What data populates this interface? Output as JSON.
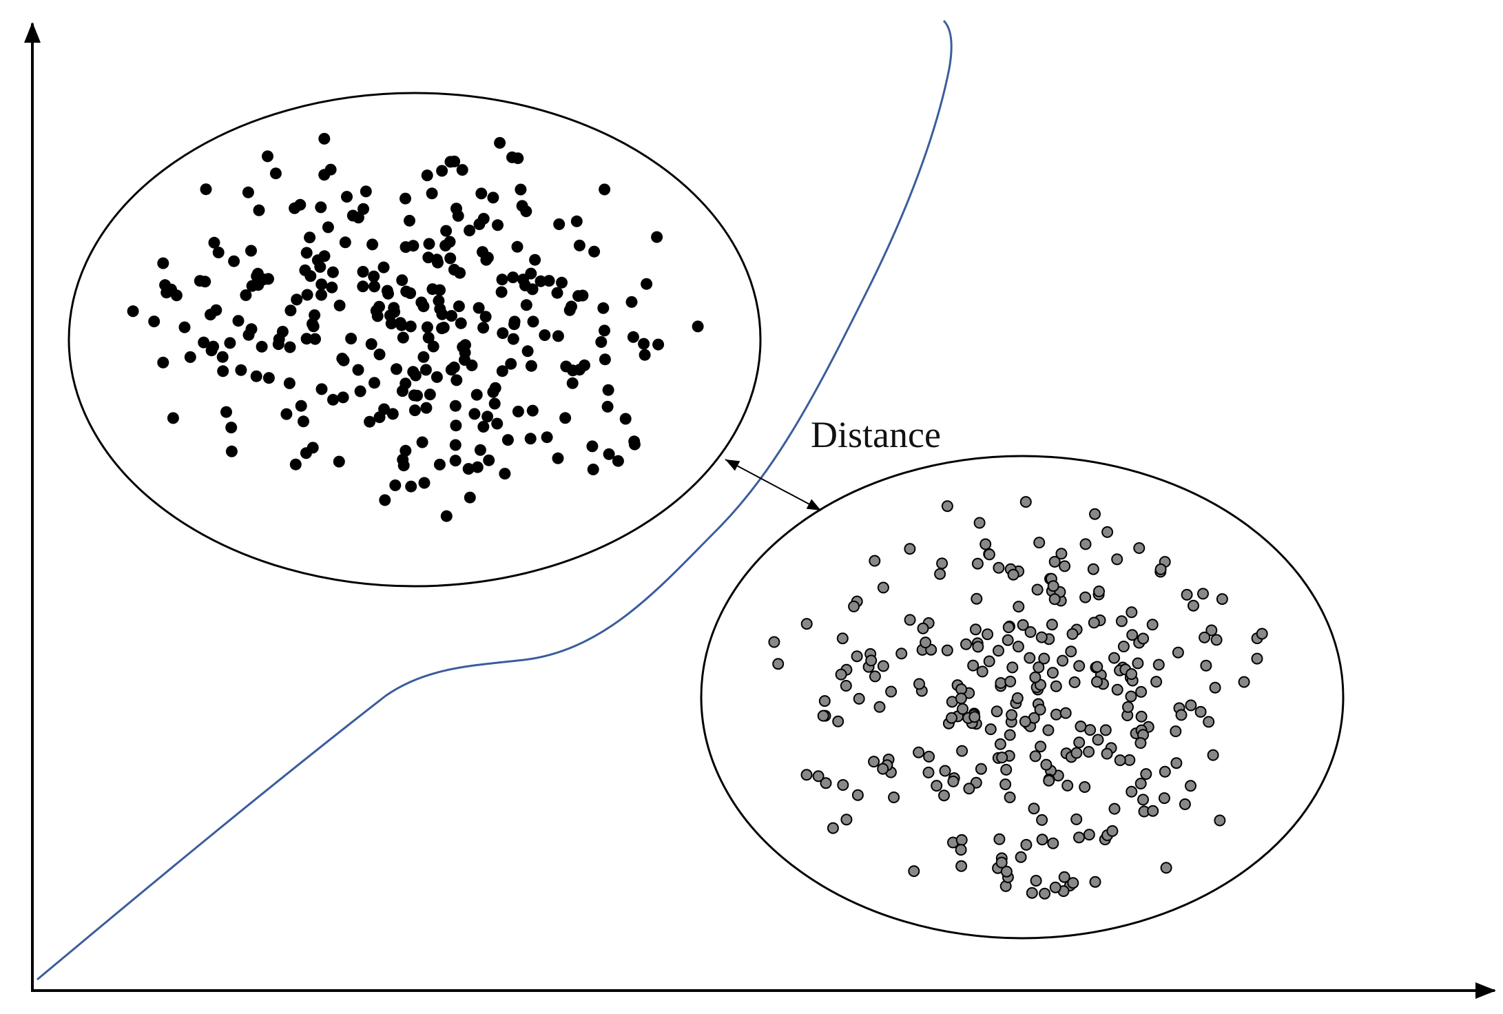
{
  "labels": {
    "distance": "Distance"
  },
  "colors": {
    "axis": "#000000",
    "ellipse_stroke": "#000000",
    "boundary_curve": "#3a5c9c",
    "cluster_a_fill": "#000000",
    "cluster_b_fill": "#888888",
    "cluster_b_stroke": "#000000"
  },
  "clusters": [
    {
      "name": "cluster-a",
      "point_count": 300,
      "style": "solid-black"
    },
    {
      "name": "cluster-b",
      "point_count": 300,
      "style": "grey-outlined"
    }
  ]
}
